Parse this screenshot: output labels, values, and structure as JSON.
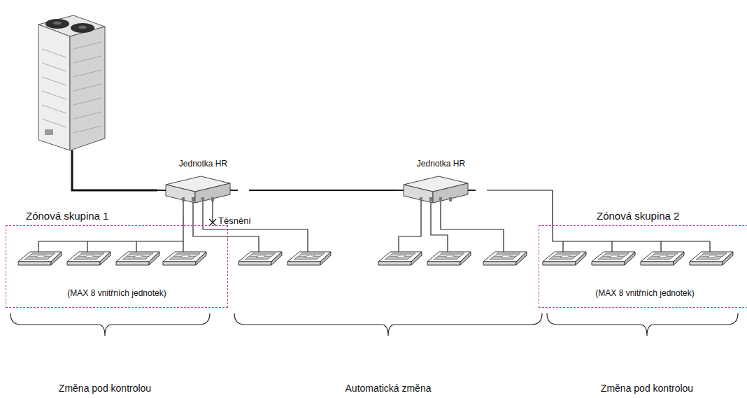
{
  "diagram": {
    "nodes": [
      {
        "text": [
          "Jednotka HR"
        ]
      },
      {
        "text": [
          "Jednotka HR"
        ]
      },
      {
        "text": [
          "Zónová skupina 1",
          "(MAX 8 vnitřních jednotek)"
        ]
      },
      {
        "text": [
          "Zónová skupina 2",
          "(MAX 8 vnitřních jednotek)"
        ]
      }
    ],
    "edges": [
      {
        "from": 0,
        "to": 1,
        "arrow": "none"
      },
      {
        "from": 0,
        "to": 2,
        "arrow": "none"
      },
      {
        "from": 1,
        "to": 3,
        "arrow": "none"
      }
    ],
    "labels": [
      "Těsnění",
      "Změna pod kontrolou",
      "Automatická změna",
      "Změna pod kontrolou"
    ]
  }
}
